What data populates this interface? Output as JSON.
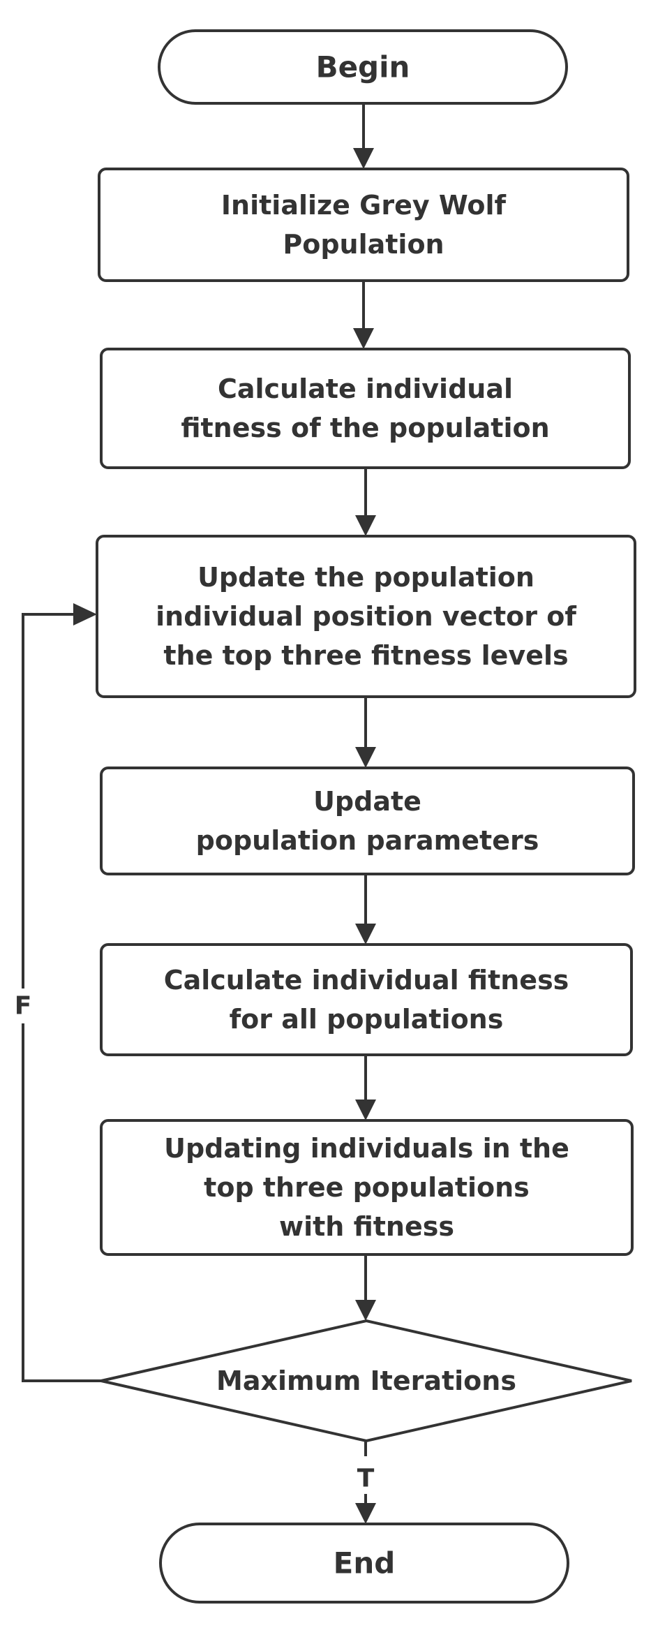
{
  "diagram": {
    "type": "flowchart",
    "colors": {
      "stroke": "#333333",
      "fill": "#ffffff",
      "text": "#333333"
    },
    "nodes": {
      "begin": {
        "kind": "terminal",
        "lines": [
          "Begin"
        ]
      },
      "init": {
        "kind": "process",
        "lines": [
          "Initialize Grey Wolf",
          "Population"
        ]
      },
      "calc_fitness": {
        "kind": "process",
        "lines": [
          "Calculate individual",
          "fitness of the population"
        ]
      },
      "update_position": {
        "kind": "process",
        "lines": [
          "Update the population",
          "individual position vector of",
          "the top three fitness levels"
        ]
      },
      "update_params": {
        "kind": "process",
        "lines": [
          "Update",
          "population parameters"
        ]
      },
      "calc_all": {
        "kind": "process",
        "lines": [
          "Calculate individual fitness",
          "for all populations"
        ]
      },
      "update_individuals": {
        "kind": "process",
        "lines": [
          "Updating individuals in the",
          "top three populations",
          "with fitness"
        ]
      },
      "max_iter": {
        "kind": "decision",
        "lines": [
          "Maximum Iterations"
        ]
      },
      "end": {
        "kind": "terminal",
        "lines": [
          "End"
        ]
      }
    },
    "edges": [
      {
        "from": "begin",
        "to": "init",
        "label": ""
      },
      {
        "from": "init",
        "to": "calc_fitness",
        "label": ""
      },
      {
        "from": "calc_fitness",
        "to": "update_position",
        "label": ""
      },
      {
        "from": "update_position",
        "to": "update_params",
        "label": ""
      },
      {
        "from": "update_params",
        "to": "calc_all",
        "label": ""
      },
      {
        "from": "calc_all",
        "to": "update_individuals",
        "label": ""
      },
      {
        "from": "update_individuals",
        "to": "max_iter",
        "label": ""
      },
      {
        "from": "max_iter",
        "to": "end",
        "label": "T"
      },
      {
        "from": "max_iter",
        "to": "update_position",
        "label": "F"
      }
    ]
  }
}
